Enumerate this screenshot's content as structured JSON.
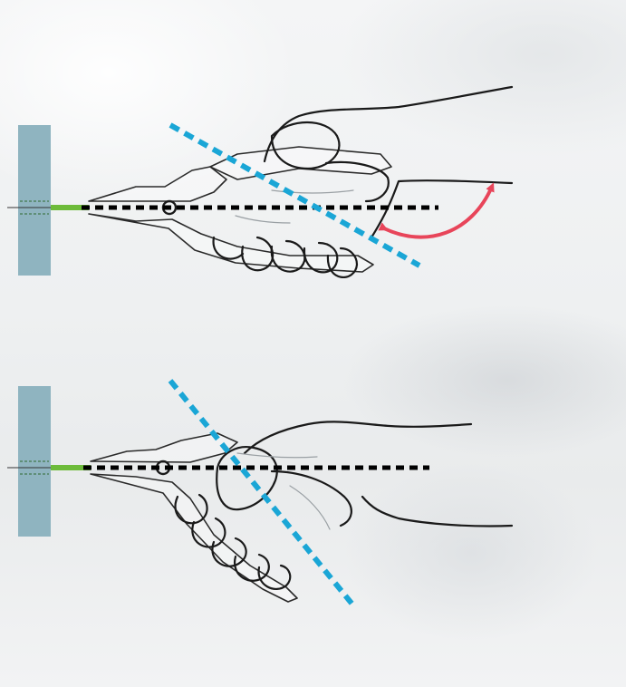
{
  "figure": {
    "panels": [
      {
        "id": "top",
        "grip": "tilted-grip",
        "shows_correction_arrow": true
      },
      {
        "id": "bottom",
        "grip": "aligned-grip",
        "shows_correction_arrow": false
      }
    ],
    "colors": {
      "board": "#8fb4c0",
      "wire": "#6dbb3a",
      "tool_axis": "#000000",
      "hand_axis": "#1aa6d6",
      "rotation_arrow": "#e8455a"
    }
  }
}
